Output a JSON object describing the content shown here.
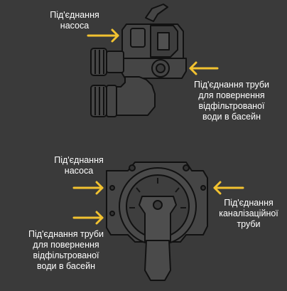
{
  "colors": {
    "background": "#3a3a3a",
    "arrow": "#f2c230",
    "valve_stroke": "#111111",
    "valve_fill": "#454545"
  },
  "labels": {
    "top_pump": "Під'єднання\nнасоса",
    "top_return": "Під'єднання труби\nдля повернення\nвідфільтрованої\nводи в басейн",
    "bottom_pump": "Під'єднання\nнасоса",
    "bottom_sewer": "Під'єднання\nканалізаційної\nтруби",
    "bottom_return": "Під'єднання труби\nдля повернення\nвідфільтрованої\nводи в басейн"
  }
}
